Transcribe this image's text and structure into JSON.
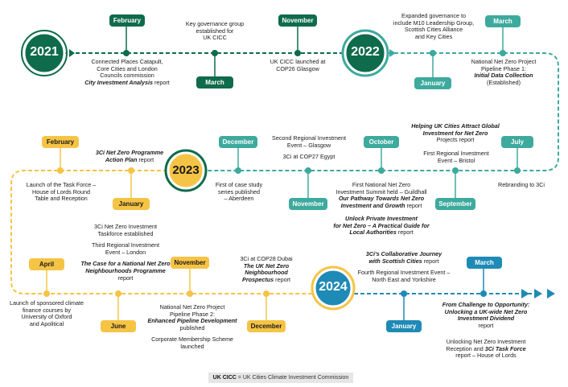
{
  "years": {
    "y2021": "2021",
    "y2022": "2022",
    "y2023": "2023",
    "y2024": "2024"
  },
  "months": {
    "feb2021": "February",
    "mar2021": "March",
    "nov2021": "November",
    "jan2022": "January",
    "mar2022": "March",
    "jul2022": "July",
    "oct2022": "October",
    "sep2022": "September",
    "nov2022": "November",
    "dec2022": "December",
    "feb2023": "February",
    "jan2023": "January",
    "apr2023": "April",
    "jun2023": "June",
    "nov2023": "November",
    "dec2023": "December",
    "jan2024": "January",
    "mar2024": "March"
  },
  "events": {
    "feb2021": [
      "Connected Places Catapult,",
      "Core Cities and London",
      "Councils commission"
    ],
    "feb2021_it": "City Investment Analysis",
    "feb2021_tail": " report",
    "mar2021": [
      "Key governance group",
      "established for",
      "UK CICC"
    ],
    "nov2021": [
      "UK CICC launched at",
      "COP26 Glasgow"
    ],
    "jan2022": [
      "Expanded governance to",
      "include M10 Leadership Group,",
      "Scottish Cities Alliance",
      "and Key Cities"
    ],
    "mar2022": [
      "National Net Zero Project",
      "Pipeline Phase 1:"
    ],
    "mar2022_it": "Initial Data Collection",
    "mar2022_tail": "(Established)",
    "jul2022_it": [
      "Helping UK Cities Attract Global",
      "Investment for Net Zero"
    ],
    "jul2022_tail": "Projects report",
    "sep2022_pre": [
      "First Regional Investment",
      "Event – Bristol"
    ],
    "jul2022_b": "Rebranding to 3Ci",
    "oct2022": [
      "First National Net Zero",
      "Investment Summit held – Guildhall"
    ],
    "oct2022_it": [
      "Our Pathway Towards Net Zero",
      "Investment and Growth"
    ],
    "oct2022_it_tail": " report",
    "oct2022_it2": [
      "Unlock Private Investment",
      "for Net Zero – A Practical Guide for",
      "Local Authorities"
    ],
    "oct2022_it2_tail": " report",
    "nov2022": [
      "Second Regional Investment",
      "Event – Glasgow"
    ],
    "nov2022_b": "3Ci at COP27 Egypt",
    "dec2022": [
      "First of case study",
      "series published",
      "– Aberdeen"
    ],
    "feb2023": [
      "Launch of the Task Force –",
      "House of Lords Round",
      "Table and Reception"
    ],
    "jan2023_it": [
      "3Ci Net Zero Programme",
      "Action Plan"
    ],
    "jan2023_tail": " report",
    "jan2023_b": [
      "3Ci Net Zero Investment",
      "Taskforce established"
    ],
    "jan2023_c": [
      "Third Regional Investment",
      "Event – London"
    ],
    "jan2023_it2": [
      "The Case for a National Net Zero",
      "Neighbourhoods Programme"
    ],
    "jan2023_it2_tail": "report",
    "apr2023": [
      "Launch of sponsored climate",
      "finance courses by",
      "University of Oxford",
      "and Apolitical"
    ],
    "nov2023": [
      "National Net Zero Project",
      "Pipeline Phase 2:"
    ],
    "nov2023_it": "Enhanced Pipeline Development",
    "nov2023_tail": "published",
    "nov2023_b": [
      "Corporate Membership Scheme",
      "launched"
    ],
    "dec2023": "3Ci at COP28 Dubai",
    "dec2023_it": [
      "The UK Net Zero",
      "Neighbourhood"
    ],
    "dec2023_it_last": "Prospectus",
    "dec2023_tail": " report",
    "jan2024_it": [
      "3Ci's Collaborative Journey",
      "with Scottish Cities"
    ],
    "jan2024_tail": " report",
    "jan2024_b": [
      "Fourth Regional Investment Event –",
      "North East and Yorkshire"
    ],
    "mar2024_it": [
      "From Challenge to Opportunity:",
      "Unlocking a UK-wide Net Zero",
      "Investment Dividend"
    ],
    "mar2024_tail": "report",
    "mar2024_b": [
      "Unlocking Net Zero Investment",
      "Reception and"
    ],
    "mar2024_b_it": "3Ci Task Force",
    "mar2024_b_tail": [
      "report  – House of Lords"
    ]
  },
  "footer": {
    "abbr": "UK CICC",
    "rest": " = UK Cities Climate Investment Commission"
  },
  "colors": {
    "green": "#0e6b4c",
    "teal": "#3daa9d",
    "yellow": "#f6c445",
    "blue": "#1e8ab6"
  }
}
